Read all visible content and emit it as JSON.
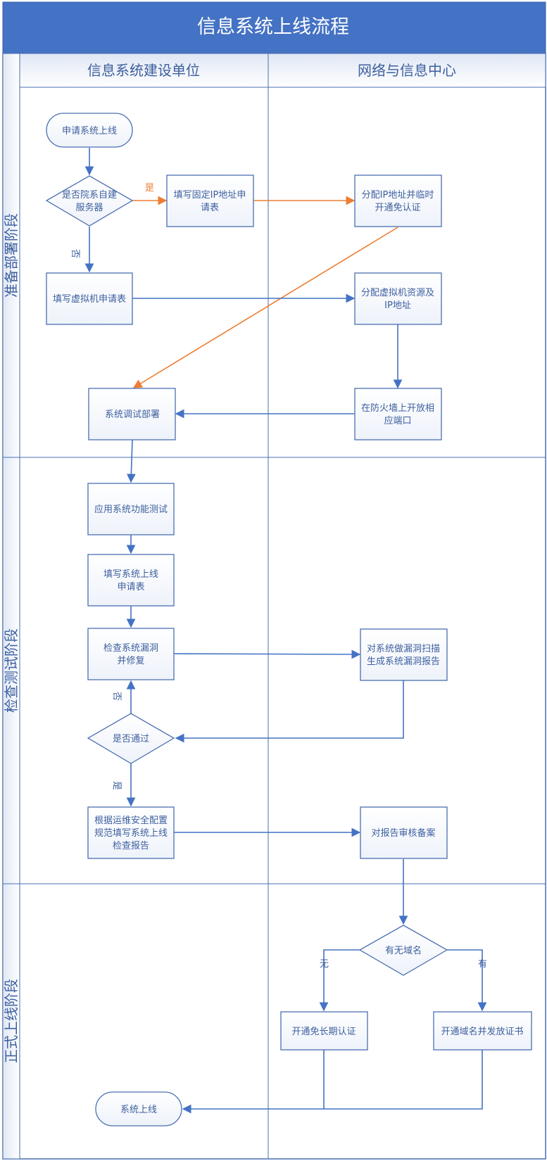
{
  "title": "信息系统上线流程",
  "lanes": {
    "left": "信息系统建设单位",
    "right": "网络与信息中心"
  },
  "phases": {
    "prep": "准备部署阶段",
    "test": "检查测试阶段",
    "launch": "正式上线阶段"
  },
  "nodes": {
    "apply": [
      "申请系统上线"
    ],
    "decision_server": [
      "是否院系自建",
      "服务器"
    ],
    "fill_ip_form": [
      "填写固定IP地址申",
      "请表"
    ],
    "assign_ip": [
      "分配IP地址并临时",
      "开通免认证"
    ],
    "fill_vm_form": [
      "填写虚拟机申请表"
    ],
    "assign_vm": [
      "分配虚拟机资源及",
      "IP地址"
    ],
    "debug_deploy": [
      "系统调试部署"
    ],
    "open_port": [
      "在防火墙上开放相",
      "应端口"
    ],
    "func_test": [
      "应用系统功能测试"
    ],
    "fill_launch_form": [
      "填写系统上线",
      "申请表"
    ],
    "check_vuln": [
      "检查系统漏洞",
      "并修复"
    ],
    "vuln_scan": [
      "对系统做漏洞扫描",
      "生成系统漏洞报告"
    ],
    "decision_pass": [
      "是否通过"
    ],
    "fill_check_report": [
      "根据运维安全配置",
      "规范填写系统上线",
      "检查报告"
    ],
    "review_report": [
      "对报告审核备案"
    ],
    "decision_domain": [
      "有无域名"
    ],
    "open_longterm": [
      "开通免长期认证"
    ],
    "open_domain": [
      "开通域名并发放证书"
    ],
    "online": [
      "系统上线"
    ]
  },
  "edge_labels": {
    "yes_server": "是",
    "no_server": "否",
    "no_pass": "否",
    "yes_pass": "是",
    "no_domain": "无",
    "has_domain": "有"
  },
  "colors": {
    "title_bg": "#4472c4",
    "border": "#4a6fb0",
    "text": "#3d5f9e",
    "arrow_blue": "#4472c4",
    "arrow_orange": "#ed7d31",
    "header_fill_top": "#e4ebf6",
    "header_fill_bottom": "#ffffff",
    "node_fill": "#f7f9fd"
  }
}
